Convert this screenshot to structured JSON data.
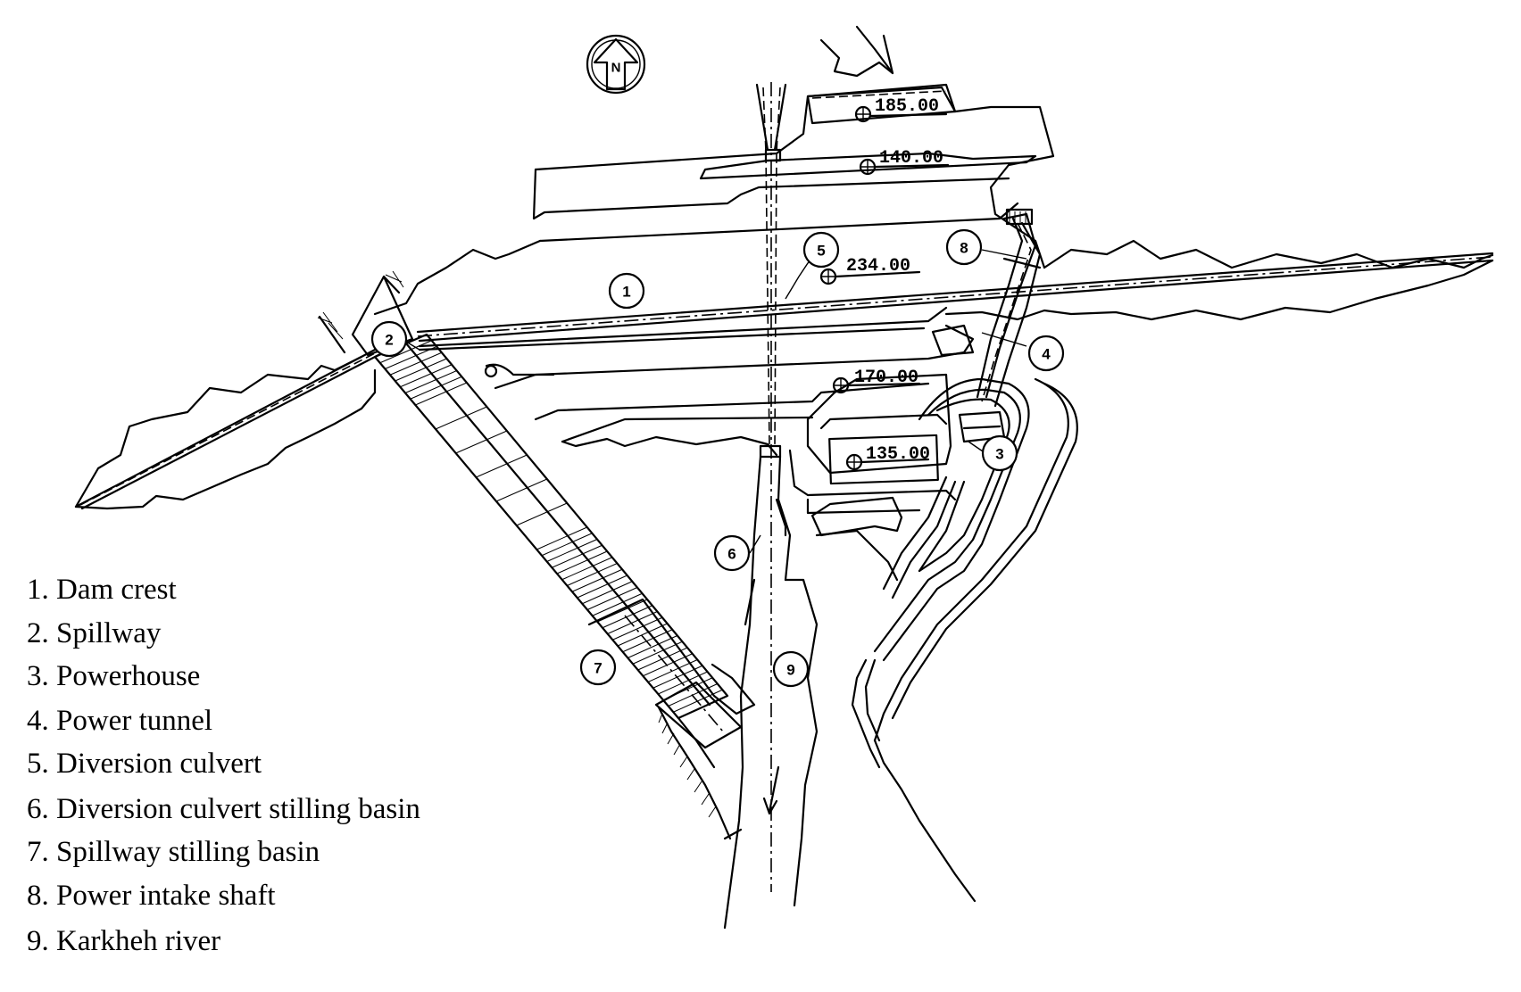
{
  "north_arrow": {
    "letter": "N"
  },
  "elevations": [
    {
      "id": "e185",
      "text": "185.00"
    },
    {
      "id": "e140",
      "text": "140.00"
    },
    {
      "id": "e234",
      "text": "234.00"
    },
    {
      "id": "e170",
      "text": "170.00"
    },
    {
      "id": "e135",
      "text": "135.00"
    }
  ],
  "callouts": [
    "1",
    "2",
    "3",
    "4",
    "5",
    "6",
    "7",
    "8",
    "9"
  ],
  "legend": [
    "1. Dam crest",
    "2. Spillway",
    "3. Powerhouse",
    "4. Power tunnel",
    "5. Diversion culvert",
    "6. Diversion culvert stilling basin",
    "7. Spillway stilling basin",
    "8. Power intake shaft",
    "9. Karkheh river"
  ]
}
